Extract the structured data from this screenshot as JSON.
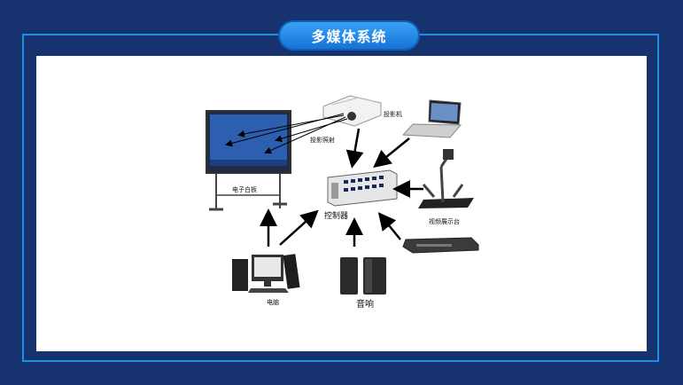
{
  "page": {
    "title": "多媒体系统"
  },
  "diagram": {
    "nodes": {
      "whiteboard": "电子白板",
      "projection": "投影照射",
      "projector_label": "投影机",
      "laptop": "",
      "visualizer": "视频展示台",
      "controller": "控制器",
      "computer": "电脑",
      "speakers": "音响",
      "dvd": ""
    }
  },
  "colors": {
    "background": "#17336f",
    "frame": "#1e8fe6",
    "pill": "#1f86e8"
  }
}
